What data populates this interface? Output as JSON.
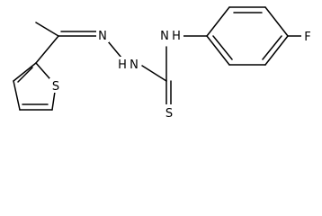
{
  "molecule": {
    "atoms": {
      "n_imine": "N",
      "n_hydrazine": "N",
      "h_hydrazine": "H",
      "n_amine": "N",
      "h_amine": "H",
      "s_thione": "S",
      "s_thiophene": "S",
      "f_fluoro": "F"
    }
  },
  "colors": {
    "bond": "#000000",
    "text": "#000000",
    "background": "#ffffff"
  }
}
